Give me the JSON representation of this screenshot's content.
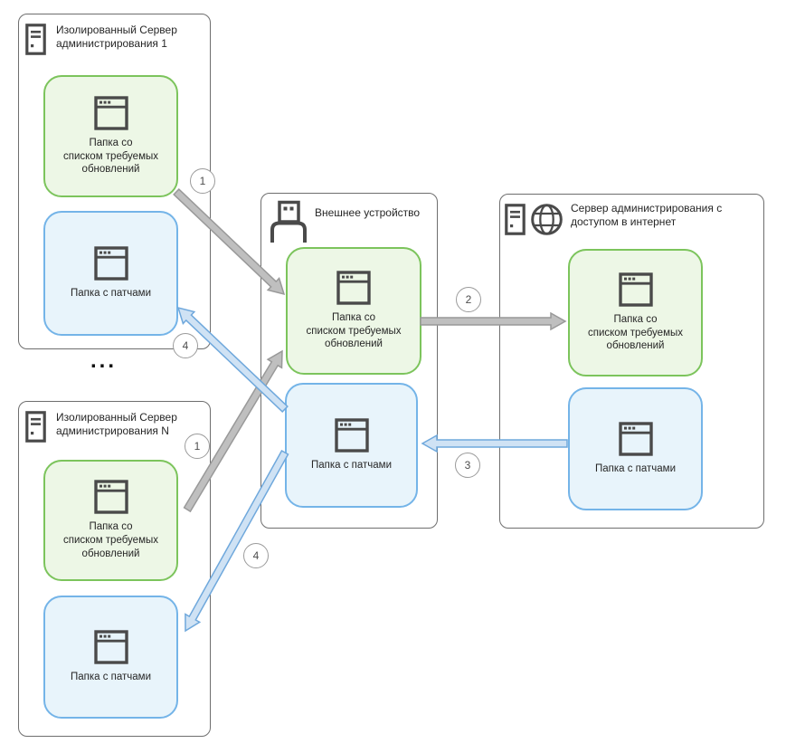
{
  "diagram": {
    "nodes": {
      "server1": {
        "label": "Изолированный Сервер\nадминистрирования 1"
      },
      "serverN": {
        "label": "Изолированный Сервер\nадминистрирования N"
      },
      "external": {
        "label": "Внешнее устройство"
      },
      "internet": {
        "label": "Сервер администрирования с\nдоступом в интернет"
      }
    },
    "folders": {
      "updates": "Папка со\nсписком требуемых\nобновлений",
      "patches": "Папка с патчами"
    },
    "steps": {
      "step1": "1",
      "step2": "2",
      "step3": "3",
      "step4": "4"
    },
    "ellipsis": "...",
    "icons": [
      "server-icon",
      "usb-device-icon",
      "globe-icon",
      "window-folder-icon"
    ],
    "colors": {
      "updates_fill": "#edf7e6",
      "updates_border": "#7cc45c",
      "patches_fill": "#e8f4fb",
      "patches_border": "#74b4e8",
      "arrow_gray_fill": "#bfbfbf",
      "arrow_gray_stroke": "#999999",
      "arrow_blue_fill": "#cfe2f4",
      "arrow_blue_stroke": "#6fa8dc",
      "container_border": "#6e6e6e",
      "icon_stroke": "#4a4a4a"
    }
  }
}
